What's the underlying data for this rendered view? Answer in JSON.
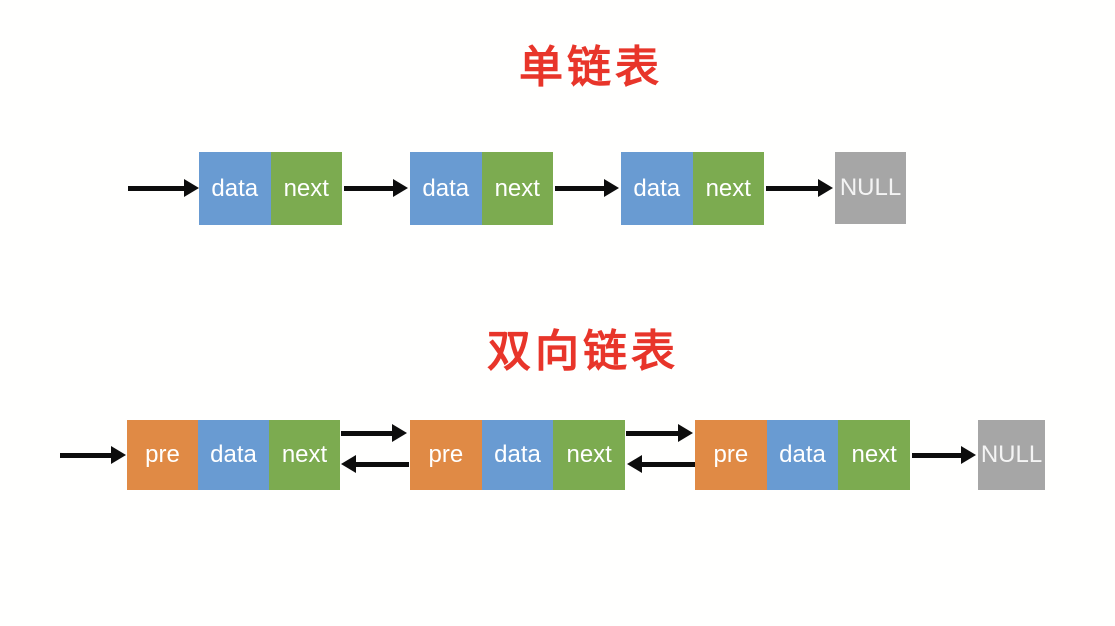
{
  "colors": {
    "red": "#e8352a",
    "blue": "#699bd2",
    "green": "#7cab50",
    "orange": "#e08a45",
    "gray": "#a6a6a6",
    "arrow": "#0d0d0d",
    "celltext": "#ffffff",
    "background": "#fffffe"
  },
  "singly_list": {
    "title": "单链表",
    "nodes": [
      {
        "data": "data",
        "next": "next"
      },
      {
        "data": "data",
        "next": "next"
      },
      {
        "data": "data",
        "next": "next"
      }
    ],
    "terminator": "NULL"
  },
  "doubly_list": {
    "title": "双向链表",
    "nodes": [
      {
        "pre": "pre",
        "data": "data",
        "next": "next"
      },
      {
        "pre": "pre",
        "data": "data",
        "next": "next"
      },
      {
        "pre": "pre",
        "data": "data",
        "next": "next"
      }
    ],
    "terminator": "NULL"
  }
}
